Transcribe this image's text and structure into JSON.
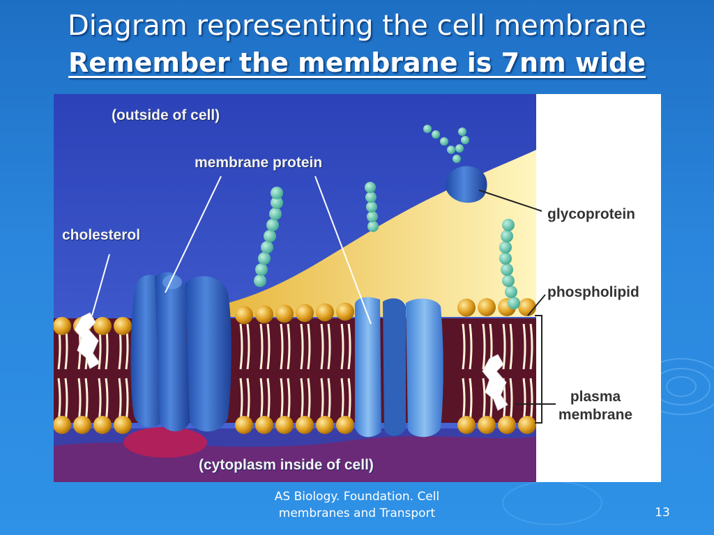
{
  "slide": {
    "title": "Diagram representing the cell membrane",
    "subtitle": "Remember the membrane is 7nm wide",
    "footer_line1": "AS Biology. Foundation. Cell",
    "footer_line2": "membranes and Transport",
    "page_number": "13"
  },
  "diagram": {
    "labels": {
      "outside": "(outside of cell)",
      "membrane_protein": "membrane protein",
      "cholesterol": "cholesterol",
      "glycoprotein": "glycoprotein",
      "phospholipid": "phospholipid",
      "plasma_line1": "plasma",
      "plasma_line2": "membrane",
      "cytoplasm": "(cytoplasm inside of cell)"
    },
    "colors": {
      "outside": "#3b55c8",
      "inside": "#7a2050",
      "surface": "#f2cc60",
      "head": "#e0a020",
      "tail": "#fff3d8",
      "protein": "#2f68c8",
      "protein_light": "#5f9ee4",
      "carbohydrate": "#6ac6b0",
      "cholesterol": "#ffffff"
    },
    "icons": [
      "phospholipid-head-icon",
      "cholesterol-icon",
      "membrane-protein-icon",
      "glycoprotein-icon",
      "carbohydrate-chain-icon"
    ]
  }
}
